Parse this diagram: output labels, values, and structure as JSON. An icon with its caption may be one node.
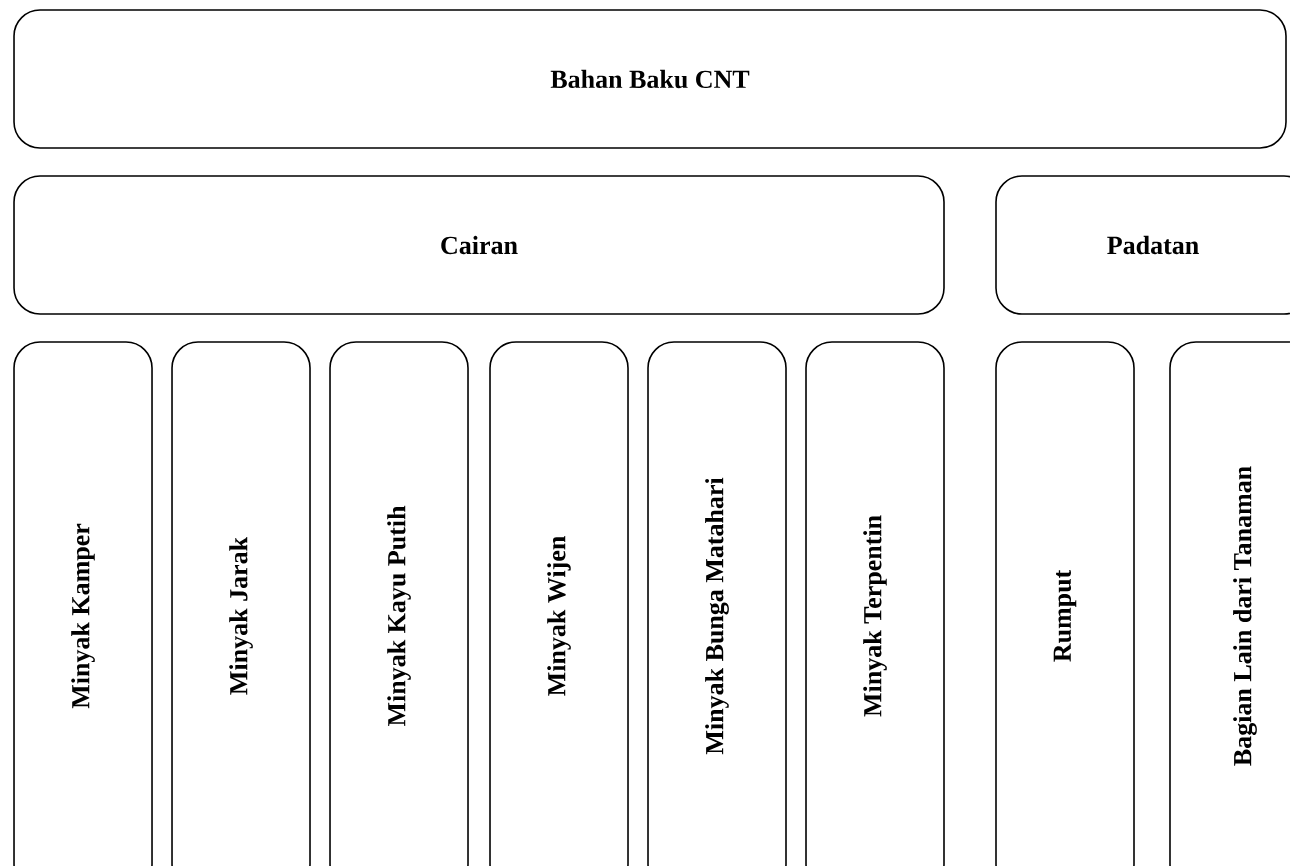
{
  "diagram": {
    "nodes": [
      {
        "text": [
          "Bahan Baku CNT"
        ]
      },
      {
        "text": [
          "Cairan"
        ]
      },
      {
        "text": [
          "Padatan"
        ]
      },
      {
        "text": [
          "Minyak Kamper"
        ]
      },
      {
        "text": [
          "Minyak Jarak"
        ]
      },
      {
        "text": [
          "Minyak Kayu Putih"
        ]
      },
      {
        "text": [
          "Minyak Wijen"
        ]
      },
      {
        "text": [
          "Minyak Bunga Matahari"
        ]
      },
      {
        "text": [
          "Minyak Terpentin"
        ]
      },
      {
        "text": [
          "Rumput"
        ]
      },
      {
        "text": [
          "Bagian Lain dari Tanaman"
        ]
      }
    ]
  }
}
